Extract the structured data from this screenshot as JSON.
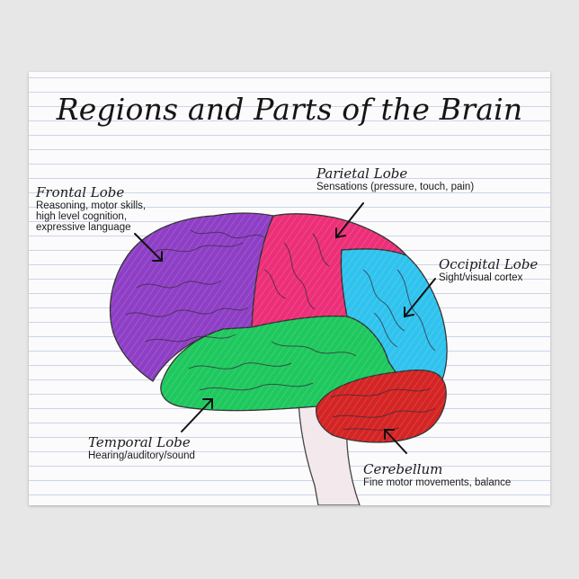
{
  "title": "Regions and Parts of the Brain",
  "colors": {
    "frontal": "#8e3fc6",
    "parietal": "#ec2f78",
    "occipital": "#2fc3ee",
    "temporal": "#1ec85e",
    "cerebellum": "#d42424",
    "brainstem": "#f3e8ec"
  },
  "regions": {
    "frontal": {
      "name": "Frontal Lobe",
      "description": "Reasoning, motor skills,\nhigh level cognition,\nexpressive language"
    },
    "parietal": {
      "name": "Parietal Lobe",
      "description": "Sensations (pressure, touch, pain)"
    },
    "occipital": {
      "name": "Occipital Lobe",
      "description": "Sight/visual cortex"
    },
    "temporal": {
      "name": "Temporal Lobe",
      "description": "Hearing/auditory/sound"
    },
    "cerebellum": {
      "name": "Cerebellum",
      "description": "Fine motor movements, balance"
    }
  }
}
